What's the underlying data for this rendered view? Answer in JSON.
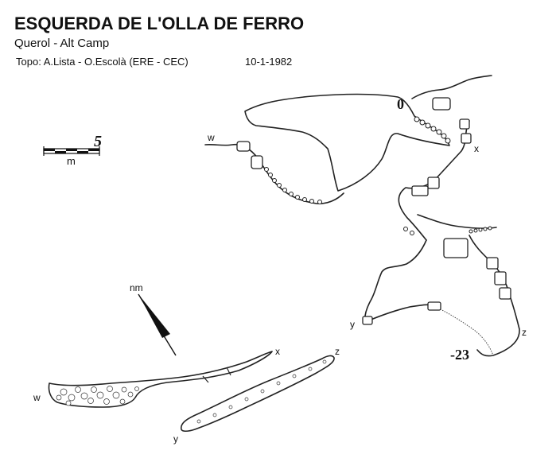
{
  "header": {
    "title": "ESQUERDA DE L'OLLA DE FERRO",
    "subtitle": "Querol - Alt Camp",
    "credits": "Topo: A.Lista - O.Escolà  (ERE - CEC)",
    "date": "10-1-1982"
  },
  "scale": {
    "value": "5",
    "unit": "m"
  },
  "north": {
    "label": "nm"
  },
  "plan": {
    "depth_entrance": "0",
    "depth_bottom": "-23",
    "section_letters": {
      "w": "w",
      "x": "x",
      "y": "y",
      "z": "z"
    }
  },
  "sections": {
    "wx": {
      "start": "w",
      "end": "x"
    },
    "yz": {
      "start": "y",
      "end": "z"
    }
  }
}
